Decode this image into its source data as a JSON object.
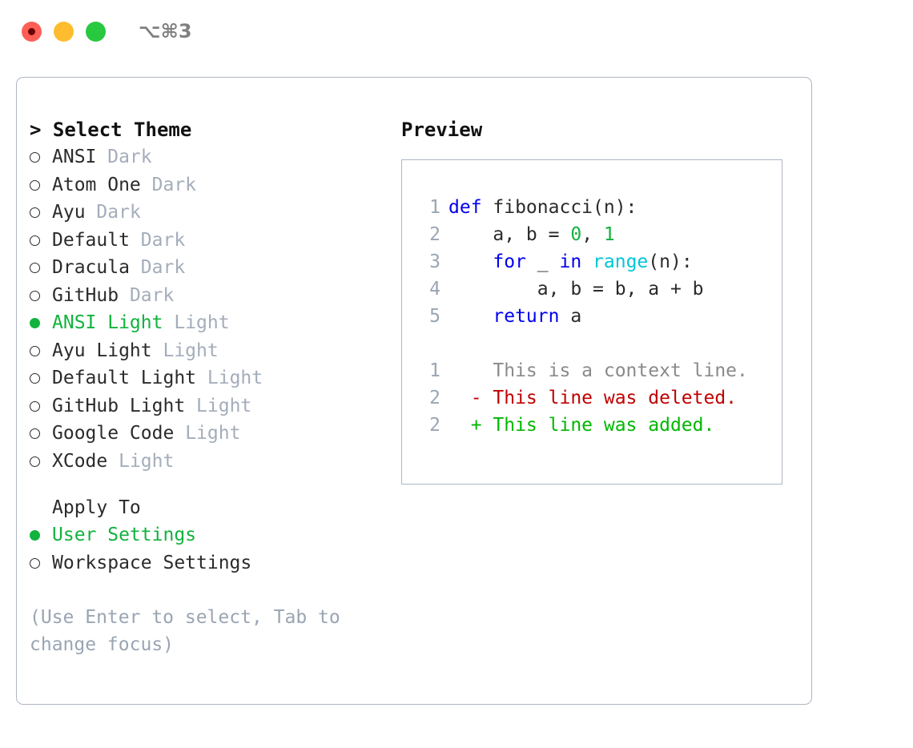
{
  "titlebar": {
    "traffic_lights": [
      "close",
      "minimize",
      "maximize"
    ],
    "shortcut": "⌥⌘3",
    "colors": {
      "red": "#fd5f57",
      "yellow": "#febc2e",
      "green": "#28c840"
    }
  },
  "theme_picker": {
    "header": "> Select Theme",
    "selected_color": "#11b23e",
    "kind_color": "#a4adbb",
    "items": [
      {
        "name": "ANSI",
        "kind": "Dark",
        "selected": false
      },
      {
        "name": "Atom One",
        "kind": "Dark",
        "selected": false
      },
      {
        "name": "Ayu",
        "kind": "Dark",
        "selected": false
      },
      {
        "name": "Default",
        "kind": "Dark",
        "selected": false
      },
      {
        "name": "Dracula",
        "kind": "Dark",
        "selected": false
      },
      {
        "name": "GitHub",
        "kind": "Dark",
        "selected": false
      },
      {
        "name": "ANSI Light",
        "kind": "Light",
        "selected": true
      },
      {
        "name": "Ayu Light",
        "kind": "Light",
        "selected": false
      },
      {
        "name": "Default Light",
        "kind": "Light",
        "selected": false
      },
      {
        "name": "GitHub Light",
        "kind": "Light",
        "selected": false
      },
      {
        "name": "Google Code",
        "kind": "Light",
        "selected": false
      },
      {
        "name": "XCode",
        "kind": "Light",
        "selected": false
      }
    ]
  },
  "apply_to": {
    "title": "Apply To",
    "options": [
      {
        "name": "User Settings",
        "selected": true
      },
      {
        "name": "Workspace Settings",
        "selected": false
      }
    ]
  },
  "hint": "(Use Enter to select, Tab to change focus)",
  "preview": {
    "label": "Preview",
    "code_lines": [
      {
        "lineno": "1",
        "tokens": [
          {
            "t": "def",
            "c": "kw"
          },
          {
            "t": " fibonacci(n):",
            "c": "code-text"
          }
        ]
      },
      {
        "lineno": "2",
        "tokens": [
          {
            "t": "    a, b = ",
            "c": "code-text"
          },
          {
            "t": "0",
            "c": "num"
          },
          {
            "t": ", ",
            "c": "code-text"
          },
          {
            "t": "1",
            "c": "num"
          }
        ]
      },
      {
        "lineno": "3",
        "tokens": [
          {
            "t": "    ",
            "c": "code-text"
          },
          {
            "t": "for",
            "c": "kw"
          },
          {
            "t": " _ ",
            "c": "code-text"
          },
          {
            "t": "in",
            "c": "kw"
          },
          {
            "t": " ",
            "c": "code-text"
          },
          {
            "t": "range",
            "c": "fn"
          },
          {
            "t": "(n):",
            "c": "code-text"
          }
        ]
      },
      {
        "lineno": "4",
        "tokens": [
          {
            "t": "        a, b = b, a + b",
            "c": "code-text"
          }
        ]
      },
      {
        "lineno": "5",
        "tokens": [
          {
            "t": "    ",
            "c": "code-text"
          },
          {
            "t": "return",
            "c": "kw"
          },
          {
            "t": " a",
            "c": "code-text"
          }
        ]
      }
    ],
    "diff_lines": [
      {
        "lineno": "1",
        "marker": " ",
        "text": "This is a context line.",
        "cls": "diff-ctx"
      },
      {
        "lineno": "2",
        "marker": "-",
        "text": "This line was deleted.",
        "cls": "diff-del"
      },
      {
        "lineno": "2",
        "marker": "+",
        "text": "This line was added.",
        "cls": "diff-add"
      }
    ]
  }
}
